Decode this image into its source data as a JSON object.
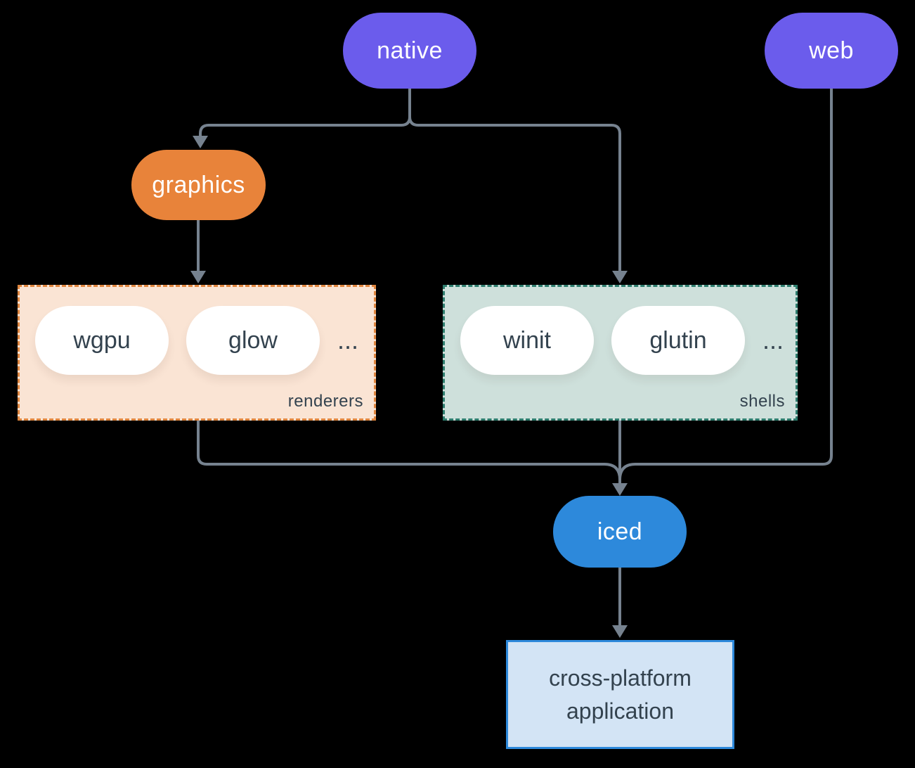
{
  "nodes": {
    "native": {
      "label": "native"
    },
    "web": {
      "label": "web"
    },
    "graphics": {
      "label": "graphics"
    },
    "iced": {
      "label": "iced"
    },
    "application": {
      "line1": "cross-platform",
      "line2": "application"
    }
  },
  "groups": {
    "renderers": {
      "label": "renderers",
      "items": [
        "wgpu",
        "glow"
      ],
      "ellipsis": "..."
    },
    "shells": {
      "label": "shells",
      "items": [
        "winit",
        "glutin"
      ],
      "ellipsis": "..."
    }
  },
  "colors": {
    "top_pill": "#6B5CEC",
    "graphics_pill": "#E8833A",
    "iced_pill": "#2D89DB",
    "connector_line": "#76828F",
    "renderers_bg": "#FAE4D4",
    "renderers_border": "#E0863F",
    "shells_bg": "#CEE0DB",
    "shells_border": "#2E7D6E",
    "app_bg": "#D3E4F5",
    "app_border": "#2D89DB",
    "text_dark": "#33424E",
    "text_light": "#FFFFFF"
  }
}
